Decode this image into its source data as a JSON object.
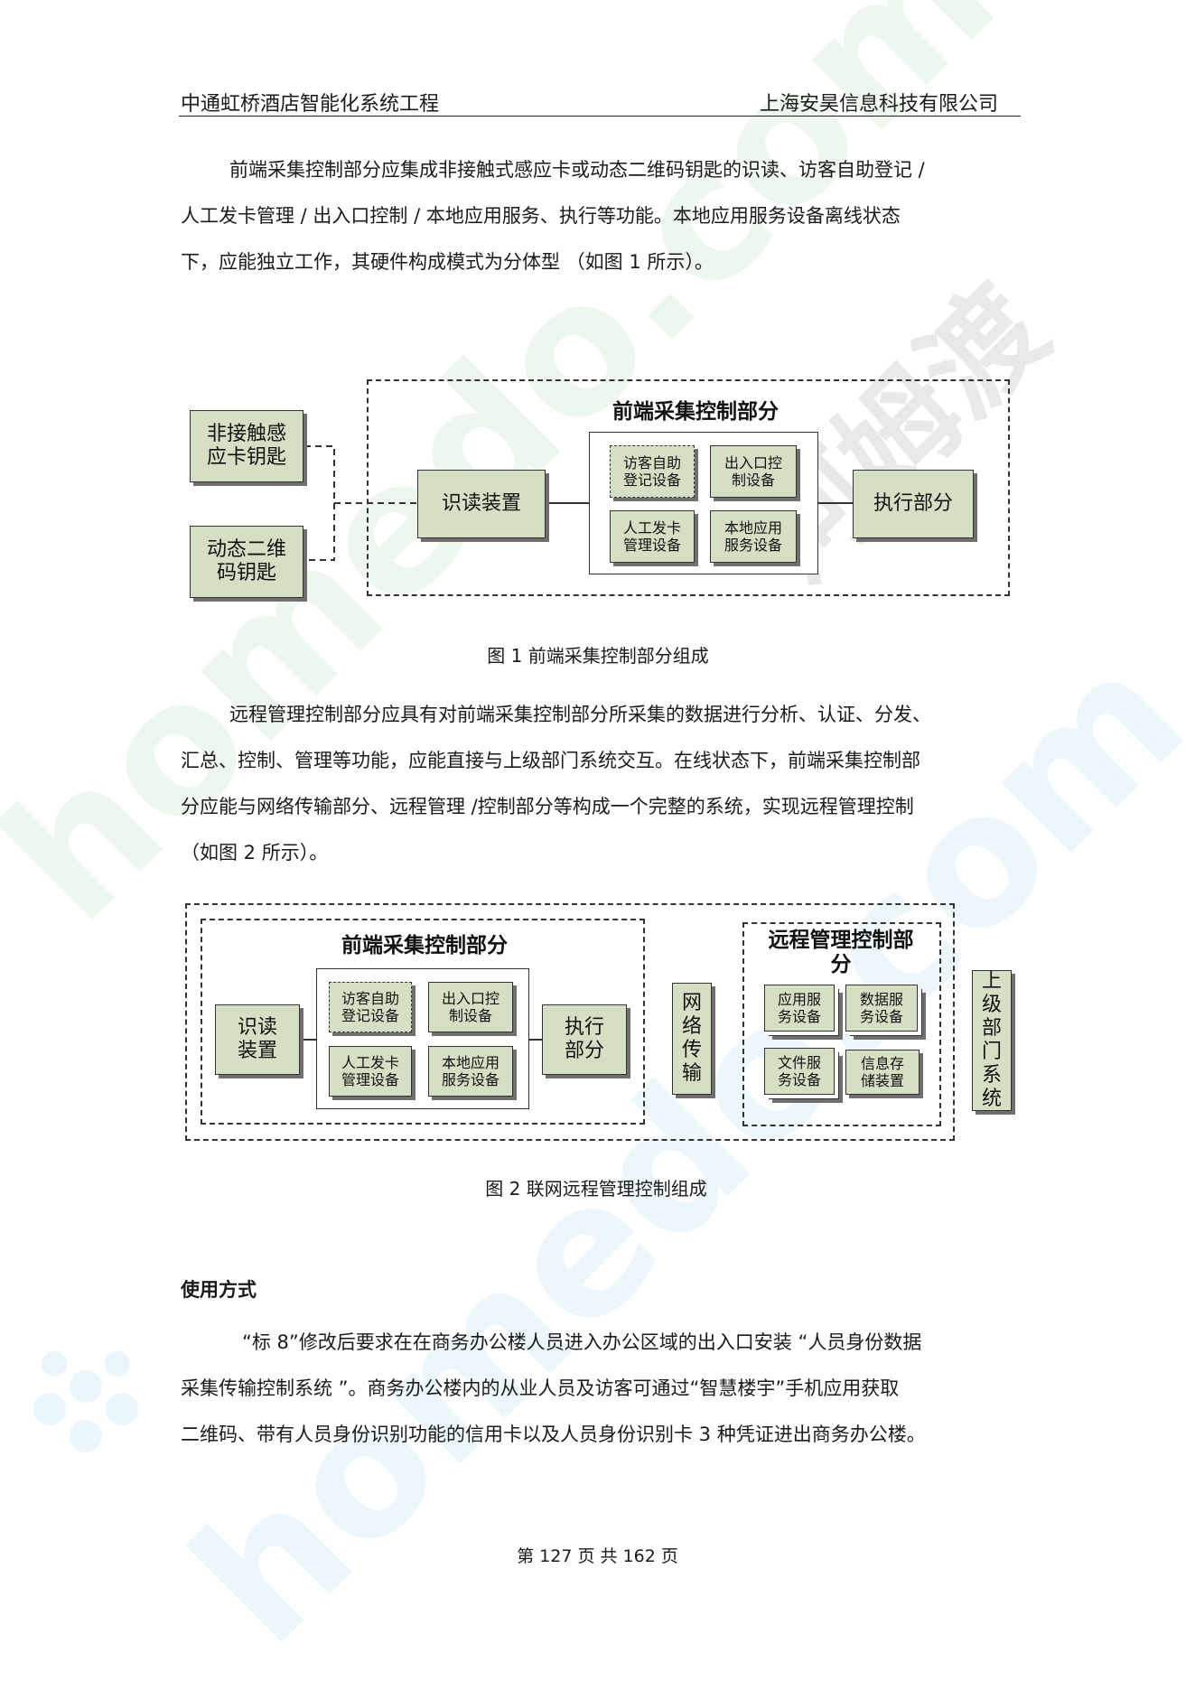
{
  "header": {
    "left": "中通虹桥酒店智能化系统工程",
    "right": "上海安昊信息科技有限公司"
  },
  "para1": [
    "前端采集控制部分应集成非接触式感应卡或动态二维码钥匙的识读、访客自助登记 /",
    "人工发卡管理 / 出入口控制 / 本地应用服务、执行等功能。本地应用服务设备离线状态",
    "下，应能独立工作，其硬件构成模式为分体型 （如图 1 所示）。"
  ],
  "fig1": {
    "title": "前端采集控制部分",
    "key_card": "非接触感应卡钥匙",
    "qr_key": "动态二维码钥匙",
    "reader": "识读装置",
    "visitor": "访客自助登记设备",
    "entry": "出入口控制设备",
    "manual": "人工发卡管理设备",
    "local": "本地应用服务设备",
    "exec": "执行部分",
    "caption": "图 1 前端采集控制部分组成"
  },
  "para2": [
    "远程管理控制部分应具有对前端采集控制部分所采集的数据进行分析、认证、分发、",
    "汇总、控制、管理等功能，应能直接与上级部门系统交互。在线状态下，前端采集控制部",
    "分应能与网络传输部分、远程管理 /控制部分等构成一个完整的系统，实现远程管理控制",
    "（如图 2 所示）。"
  ],
  "fig2": {
    "front_title": "前端采集控制部分",
    "reader": "识读装置",
    "visitor": "访客自助登记设备",
    "entry": "出入口控制设备",
    "manual": "人工发卡管理设备",
    "local": "本地应用服务设备",
    "exec": "执行部分",
    "network": "网络传输",
    "remote_title": "远程管理控制部分",
    "app_server": "应用服务设备",
    "data_server": "数据服务设备",
    "file_server": "文件服务设备",
    "storage": "信息存储装置",
    "upper": "上级部门系统",
    "caption": "图 2 联网远程管理控制组成"
  },
  "usage": {
    "heading": "使用方式",
    "lines": [
      "“标 8”修改后要求在在商务办公楼人员进入办公区域的出入口安装 “人员身份数据",
      "采集传输控制系统 ”。商务办公楼内的从业人员及访客可通过“智慧楼宇”手机应用获取",
      "二维码、带有人员身份识别功能的信用卡以及人员身份识别卡 3 种凭证进出商务办公楼。"
    ]
  },
  "footer": "第 127 页 共 162 页",
  "watermark": {
    "text1": "homedo.com",
    "text2": "河姆渡",
    "colors": [
      "#e9f6ea",
      "#e6f3fb",
      "#e8e8e8"
    ]
  }
}
